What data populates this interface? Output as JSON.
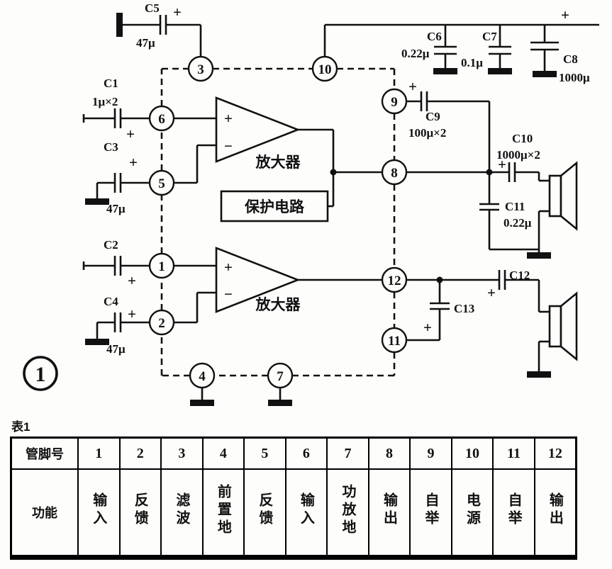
{
  "figure": {
    "number": "1"
  },
  "marks": {
    "plus": "+",
    "minus": "−"
  },
  "capacitors": {
    "C1": {
      "label": "C1",
      "value": "1μ×2"
    },
    "C2": {
      "label": "C2"
    },
    "C3": {
      "label": "C3",
      "value": "47μ"
    },
    "C4": {
      "label": "C4",
      "value": "47μ"
    },
    "C5": {
      "label": "C5",
      "value": "47μ"
    },
    "C6": {
      "label": "C6",
      "value": "0.22μ"
    },
    "C7": {
      "label": "C7",
      "value": "0.1μ"
    },
    "C8": {
      "label": "C8",
      "value": "1000μ"
    },
    "C9": {
      "label": "C9",
      "value": "100μ×2"
    },
    "C10": {
      "label": "C10",
      "value": "1000μ×2"
    },
    "C11": {
      "label": "C11",
      "value": "0.22μ"
    },
    "C12": {
      "label": "C12"
    },
    "C13": {
      "label": "C13"
    }
  },
  "blocks": {
    "amp1": "放大器",
    "amp2": "放大器",
    "protection": "保护电路"
  },
  "pins": {
    "p1": "1",
    "p2": "2",
    "p3": "3",
    "p4": "4",
    "p5": "5",
    "p6": "6",
    "p7": "7",
    "p8": "8",
    "p9": "9",
    "p10": "10",
    "p11": "11",
    "p12": "12"
  },
  "table": {
    "caption": "表1",
    "col0_header": "管脚号",
    "row1_header": "功能",
    "pin_numbers": [
      "1",
      "2",
      "3",
      "4",
      "5",
      "6",
      "7",
      "8",
      "9",
      "10",
      "11",
      "12"
    ],
    "functions": [
      "输入",
      "反馈",
      "滤波",
      "前置地",
      "反馈",
      "输入",
      "功放地",
      "输出",
      "自举",
      "电源",
      "自举",
      "输出"
    ]
  }
}
